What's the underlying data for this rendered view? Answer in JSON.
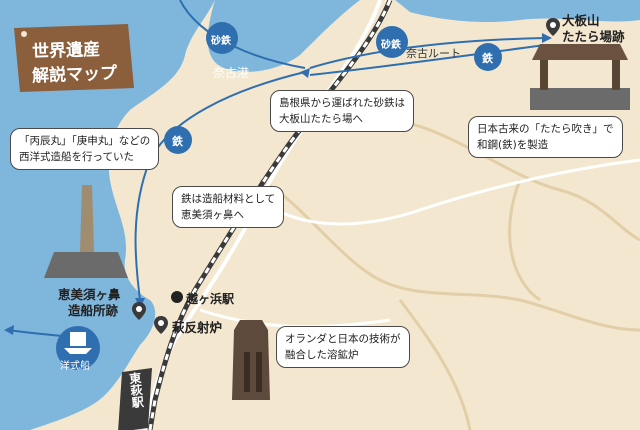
{
  "title": {
    "line1": "世界遺産",
    "line2": "解説マップ"
  },
  "places": {
    "oita": {
      "line1": "大板山",
      "line2": "たたら場跡"
    },
    "ebisugahana": {
      "line1": "恵美須ヶ鼻",
      "line2": "造船所跡"
    },
    "reverberatory": "萩反射炉",
    "koshigahama_station": "越ヶ浜駅",
    "higashi_hagi_station": "東萩駅",
    "nago_port": "奈古港",
    "nago_route": "奈古ルート",
    "western_ship": "洋式船"
  },
  "route_labels": {
    "sand_iron_1": "砂鉄",
    "sand_iron_2": "砂鉄",
    "iron_1": "鉄",
    "iron_2": "鉄"
  },
  "callouts": {
    "western_ships": "「丙辰丸」「庚申丸」などの\n西洋式造船を行っていた",
    "sand_iron_transport": "島根県から運ばれた砂鉄は\n大板山たたら場へ",
    "tatara": "日本古来の「たたら吹き」で\n和鋼(鉄)を製造",
    "iron_shipbuilding": "鉄は造船材料として\n恵美須ヶ鼻へ",
    "smelting_furnace": "オランダと日本の技術が\n融合した溶鉱炉"
  },
  "colors": {
    "sea": "#7fb6dc",
    "land": "#f3e7cf",
    "route": "#2f6fb0",
    "railway": "#3a3a3a",
    "road": "#ffffff",
    "title_bg": "#8b5e3c",
    "pin": "#3a3a3a"
  }
}
